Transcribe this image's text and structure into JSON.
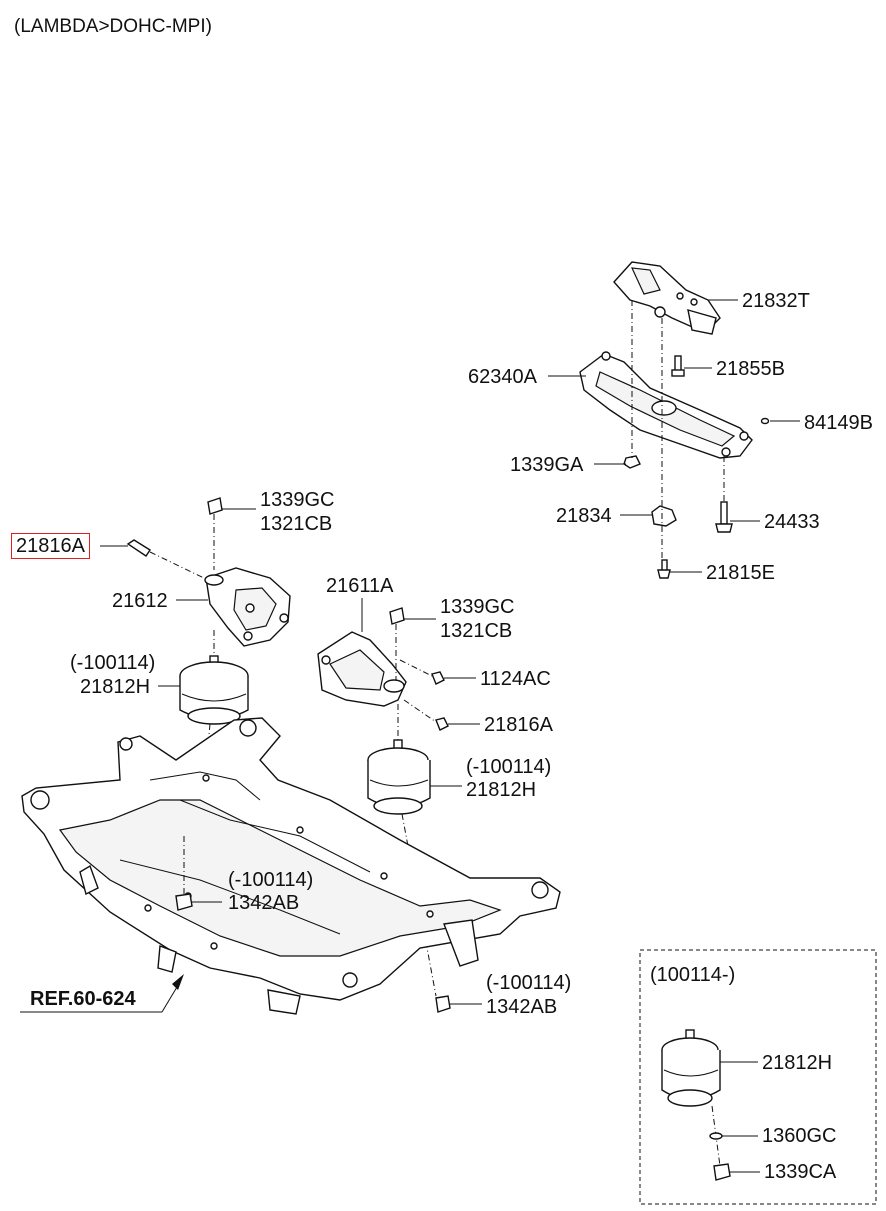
{
  "header": {
    "title": "(LAMBDA>DOHC-MPI)"
  },
  "labels": {
    "p21832T": "21832T",
    "p21855B": "21855B",
    "p62340A": "62340A",
    "p84149B": "84149B",
    "p1339GA": "1339GA",
    "p21834": "21834",
    "p24433": "24433",
    "p21815E": "21815E",
    "p1339GC_a": "1339GC",
    "p1321CB_a": "1321CB",
    "p21816A_hl": "21816A",
    "p21612": "21612",
    "p21611A": "21611A",
    "p1339GC_b": "1339GC",
    "p1321CB_b": "1321CB",
    "p1124AC": "1124AC",
    "p21816A_b": "21816A",
    "note_100114_a": "(-100114)",
    "p21812H_a": "21812H",
    "note_100114_b": "(-100114)",
    "p21812H_b": "21812H",
    "note_100114_c": "(-100114)",
    "p1342AB_a": "1342AB",
    "note_100114_d": "(-100114)",
    "p1342AB_b": "1342AB",
    "ref": "REF.60-624",
    "inset_note": "(100114-)",
    "p21812H_c": "21812H",
    "p1360GC": "1360GC",
    "p1339CA": "1339CA"
  },
  "colors": {
    "highlight": "#e0201c",
    "line": "#111111",
    "background": "#ffffff"
  }
}
